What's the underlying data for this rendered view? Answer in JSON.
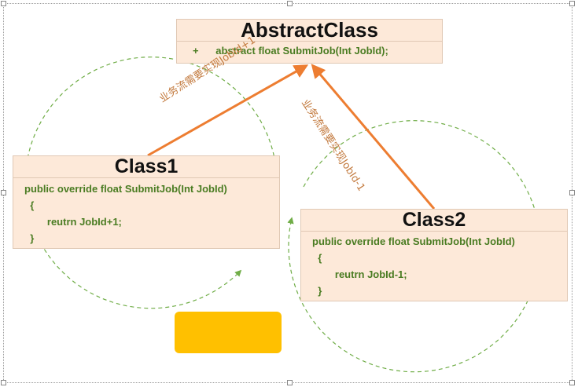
{
  "abstract_class": {
    "name": "AbstractClass",
    "member_prefix": "+",
    "member": "abstract float SubmitJob(Int JobId);"
  },
  "class1": {
    "name": "Class1",
    "code_lines": [
      "public override float SubmitJob(Int JobId)",
      "  {",
      "        reutrn JobId+1;",
      "  }"
    ]
  },
  "class2": {
    "name": "Class2",
    "code_lines": [
      "public override float SubmitJob(Int JobId)",
      "  {",
      "        reutrn JobId-1;",
      "  }"
    ]
  },
  "labels": {
    "arrow1": "业务流需要实现JobId+1",
    "arrow2": "业务流需要实现JobId-1"
  },
  "colors": {
    "box_fill": "#fde9d9",
    "arrow": "#ed7d31",
    "cycle": "#70ad47",
    "code_text": "#4a7c22",
    "label_text": "#c37a3e",
    "highlight_blob": "#ffc000"
  }
}
